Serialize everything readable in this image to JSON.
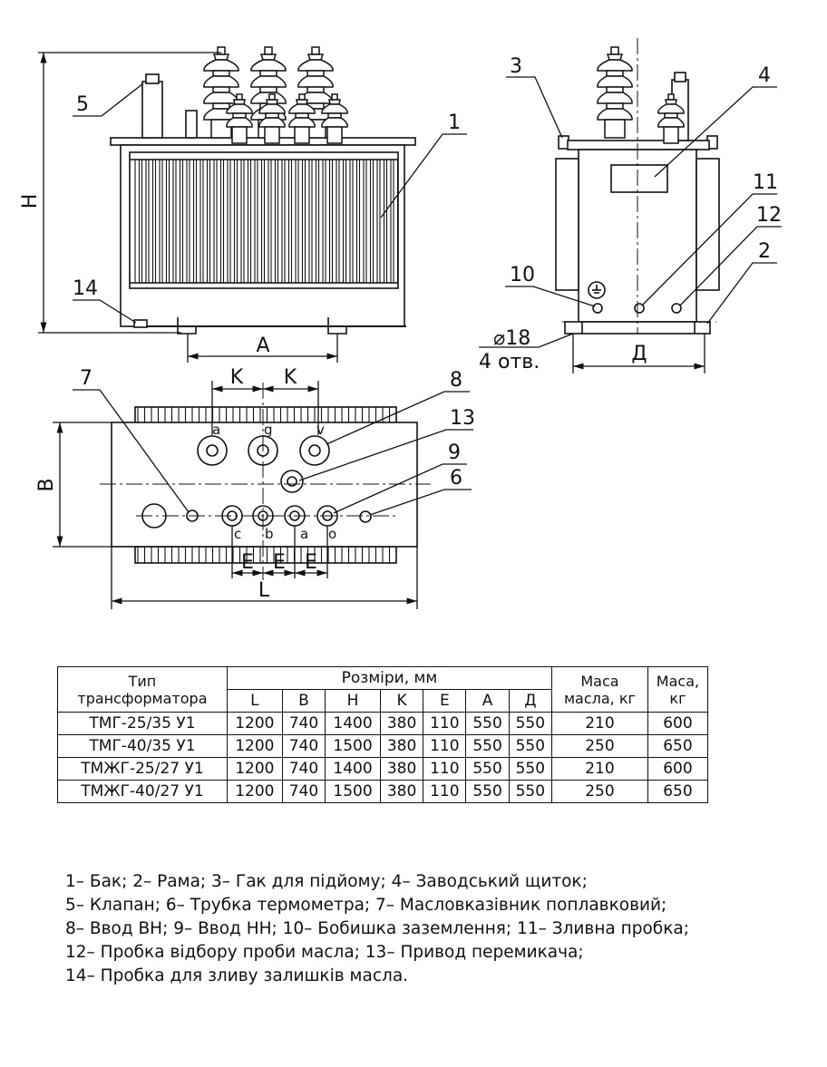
{
  "drawing": {
    "callouts": [
      "1",
      "2",
      "3",
      "4",
      "5",
      "6",
      "7",
      "8",
      "9",
      "10",
      "11",
      "12",
      "13",
      "14"
    ],
    "dimension_letters": {
      "H": "H",
      "A": "A",
      "K": "K",
      "B": "B",
      "L": "L",
      "E": "E",
      "D": "Д"
    },
    "terminals_hv": [
      "a",
      "g",
      "v"
    ],
    "terminals_lv": [
      "c",
      "b",
      "a",
      "o"
    ],
    "hole_note_1": "⌀18",
    "hole_note_2": "4 отв."
  },
  "table": {
    "col_type_1": "Тип",
    "col_type_2": "трансформатора",
    "col_dims": "Розміри, мм",
    "col_oil_mass_1": "Маса",
    "col_oil_mass_2": "масла, кг",
    "col_mass_1": "Маса,",
    "col_mass_2": "кг",
    "dim_headers": [
      "L",
      "B",
      "H",
      "K",
      "E",
      "A",
      "Д"
    ],
    "rows": [
      {
        "type": "ТМГ-25/35 У1",
        "L": "1200",
        "B": "740",
        "H": "1400",
        "K": "380",
        "E": "110",
        "A": "550",
        "D": "550",
        "oil": "210",
        "mass": "600"
      },
      {
        "type": "ТМГ-40/35 У1",
        "L": "1200",
        "B": "740",
        "H": "1500",
        "K": "380",
        "E": "110",
        "A": "550",
        "D": "550",
        "oil": "250",
        "mass": "650"
      },
      {
        "type": "ТМЖГ-25/27 У1",
        "L": "1200",
        "B": "740",
        "H": "1400",
        "K": "380",
        "E": "110",
        "A": "550",
        "D": "550",
        "oil": "210",
        "mass": "600"
      },
      {
        "type": "ТМЖГ-40/27 У1",
        "L": "1200",
        "B": "740",
        "H": "1500",
        "K": "380",
        "E": "110",
        "A": "550",
        "D": "550",
        "oil": "250",
        "mass": "650"
      }
    ]
  },
  "legend": [
    "1– Бак; 2– Рама; 3– Гак для підйому; 4– Заводський щиток;",
    "5– Клапан; 6– Трубка термометра; 7– Масловказівник поплавковий;",
    "8– Ввод ВН; 9– Ввод НН; 10– Бобишка заземлення; 11– Зливна пробка;",
    "12– Пробка відбору проби масла; 13– Привод перемикача;",
    "14– Пробка для зливу залишків масла."
  ]
}
